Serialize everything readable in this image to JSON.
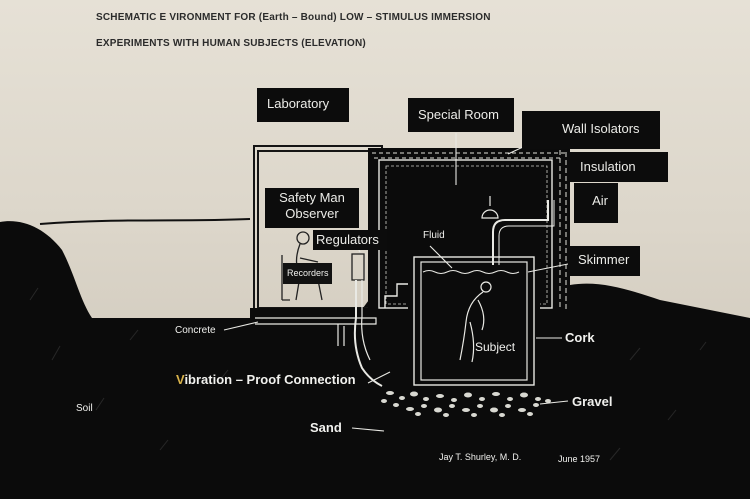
{
  "header": {
    "line1": "SCHEMATIC E  VIRONMENT FOR (Earth – Bound) LOW – STIMULUS IMMERSION",
    "line2": "EXPERIMENTS WITH HUMAN SUBJECTS (ELEVATION)"
  },
  "labels": {
    "laboratory": "Laboratory",
    "special_room": "Special Room",
    "wall_isolators": "Wall Isolators",
    "insulation": "Insulation",
    "air": "Air",
    "safety_man_line1": "Safety Man",
    "safety_man_line2": "Observer",
    "regulators": "Regulators",
    "fluid": "Fluid",
    "skimmer": "Skimmer",
    "recorders": "Recorders",
    "concrete": "Concrete",
    "subject": "Subject",
    "cork": "Cork",
    "vibration_v": "V",
    "vibration_rest": "ibration – Proof Connection",
    "gravel": "Gravel",
    "soil": "Soil",
    "sand": "Sand",
    "author": "Jay T. Shurley, M. D.",
    "date": "June 1957"
  },
  "colors": {
    "paper": "#e2ddd1",
    "ground": "#0c0c0c",
    "label_bg": "#0c0c0c",
    "label_text": "#ecece8",
    "accent_v": "#d8b24a"
  }
}
